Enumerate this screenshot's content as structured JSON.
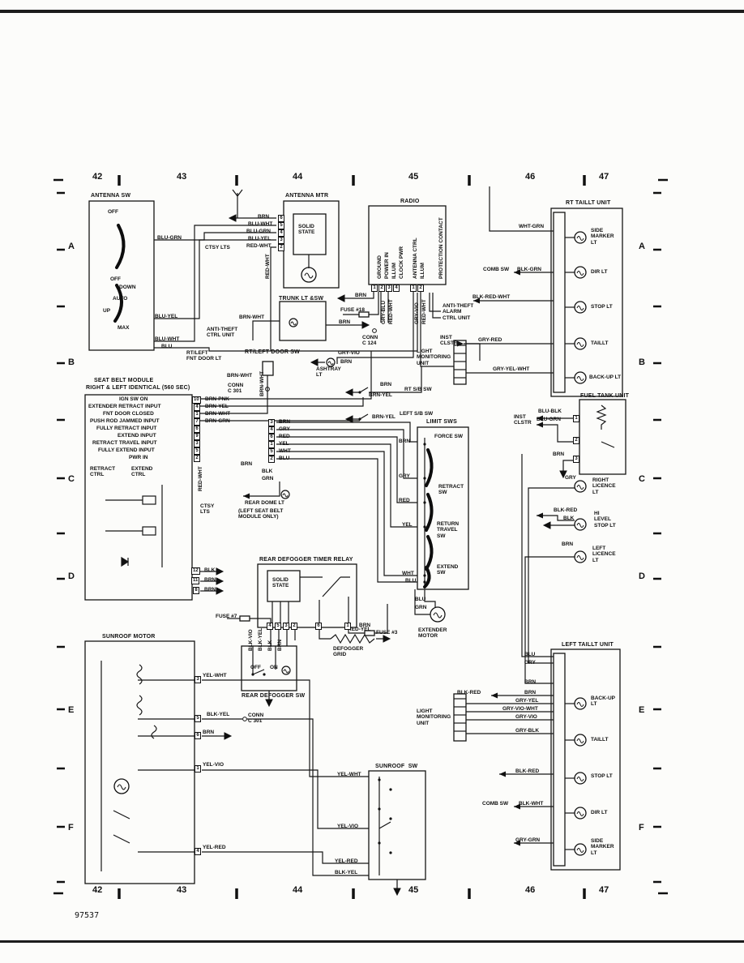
{
  "figure_number": "97537",
  "grid": {
    "columns": [
      "42",
      "43",
      "44",
      "45",
      "46",
      "47"
    ],
    "rows": [
      "A",
      "B",
      "C",
      "D",
      "E",
      "F"
    ],
    "col_x": [
      114,
      218,
      361,
      504,
      648,
      739
    ],
    "row_y": [
      298,
      441,
      585,
      705,
      870,
      1015
    ]
  },
  "labels": [
    [
      112,
      238,
      "ANTENNA SW",
      "t"
    ],
    [
      133,
      258,
      "OFF"
    ],
    [
      136,
      341,
      "OFF"
    ],
    [
      147,
      351,
      "DOWN"
    ],
    [
      139,
      365,
      "AUTO"
    ],
    [
      127,
      380,
      "UP"
    ],
    [
      145,
      401,
      "MAX"
    ],
    [
      194,
      290,
      "BLU-GRN"
    ],
    [
      191,
      387,
      "BLU-YEL"
    ],
    [
      191,
      415,
      "BLU-WHT"
    ],
    [
      199,
      424,
      "BLU"
    ],
    [
      253,
      302,
      "CTSY LTS"
    ],
    [
      352,
      238,
      "ANTENNA MTR",
      "t"
    ],
    [
      368,
      276,
      "SOLID\nSTATE"
    ],
    [
      343,
      265,
      "6",
      "p"
    ],
    [
      343,
      274,
      "5",
      "p"
    ],
    [
      343,
      283,
      "4",
      "p"
    ],
    [
      343,
      292,
      "3",
      "p"
    ],
    [
      343,
      301,
      "2",
      "p"
    ],
    [
      318,
      264,
      "BRN"
    ],
    [
      306,
      273,
      "BLU-WHT"
    ],
    [
      304,
      282,
      "BLU-GRN"
    ],
    [
      306,
      291,
      "BLU-YEL"
    ],
    [
      304,
      300,
      "RED-WHT"
    ],
    [
      327,
      344,
      "RED-WHT",
      "v"
    ],
    [
      344,
      365,
      "TRUNK LT &SW",
      "t"
    ],
    [
      295,
      388,
      "BRN-WHT"
    ],
    [
      418,
      394,
      "BRN"
    ],
    [
      255,
      403,
      "ANTI-THEFT\nCTRL UNIT"
    ],
    [
      494,
      245,
      "RADIO",
      "t"
    ],
    [
      465,
      344,
      "GROUND",
      "v"
    ],
    [
      474,
      344,
      "POWER IN",
      "v"
    ],
    [
      483,
      344,
      "ILLUM",
      "v"
    ],
    [
      492,
      344,
      "CLOCK PWR",
      "v"
    ],
    [
      509,
      344,
      "ANTENNA CTRL",
      "v"
    ],
    [
      518,
      344,
      "ILLUM",
      "v"
    ],
    [
      541,
      344,
      "PROTECTION CONTACT",
      "v"
    ],
    [
      458,
      351,
      "1",
      "p"
    ],
    [
      467,
      351,
      "2",
      "p"
    ],
    [
      476,
      351,
      "3",
      "p"
    ],
    [
      485,
      351,
      "4",
      "p"
    ],
    [
      506,
      351,
      "1",
      "p"
    ],
    [
      515,
      351,
      "2",
      "p"
    ],
    [
      438,
      361,
      "BRN"
    ],
    [
      470,
      400,
      "GRY-BLU",
      "v"
    ],
    [
      479,
      400,
      "RED-WHT",
      "v"
    ],
    [
      511,
      400,
      "GRY-VIO",
      "v"
    ],
    [
      520,
      400,
      "RED-WHT",
      "v"
    ],
    [
      420,
      379,
      "FUSE #18"
    ],
    [
      447,
      413,
      "CONN\nC 124"
    ],
    [
      543,
      413,
      "INST\nCLSTR"
    ],
    [
      546,
      374,
      "ANTI-THEFT\nALARM\nCTRL UNIT"
    ],
    [
      417,
      432,
      "GRY-VIO"
    ],
    [
      420,
      443,
      "BRN"
    ],
    [
      390,
      452,
      "ASHTRAY\nLT"
    ],
    [
      698,
      247,
      "RT TAILLT UNIT",
      "t"
    ],
    [
      729,
      281,
      "SIDE\nMARKER\nLT"
    ],
    [
      729,
      332,
      "DIR LT"
    ],
    [
      729,
      375,
      "STOP LT"
    ],
    [
      729,
      420,
      "TAILLT"
    ],
    [
      727,
      462,
      "BACK-UP LT"
    ],
    [
      640,
      276,
      "WHT-GRN"
    ],
    [
      596,
      329,
      "COMB SW"
    ],
    [
      638,
      329,
      "BLK-GRN"
    ],
    [
      583,
      363,
      "BLK-RED-WHT"
    ],
    [
      590,
      416,
      "GRY-RED"
    ],
    [
      608,
      452,
      "GRY-YEL-WHT"
    ],
    [
      514,
      430,
      "LIGHT\nMONITORING\nUNIT"
    ],
    [
      230,
      432,
      "RT/LEFT\nFNT DOOR LT"
    ],
    [
      302,
      431,
      "RT/LEFT DOOR SW",
      "t"
    ],
    [
      280,
      460,
      "BRN-WHT"
    ],
    [
      281,
      472,
      "CONN\nC 301"
    ],
    [
      320,
      489,
      "BRN-WHT",
      "v"
    ],
    [
      469,
      471,
      "BRN"
    ],
    [
      499,
      477,
      "RT S/B SW"
    ],
    [
      455,
      484,
      "BRN-YEL"
    ],
    [
      493,
      507,
      "LEFT S/B SW"
    ],
    [
      459,
      511,
      "BRN-YEL"
    ],
    [
      116,
      466,
      "SEAT BELT MODULE",
      "t"
    ],
    [
      106,
      475,
      "RIGHT & LEFT IDENTICAL (560 SEC)",
      "t"
    ],
    [
      147,
      489,
      "IGN SW ON"
    ],
    [
      109,
      498,
      "EXTENDER RETRACT INPUT"
    ],
    [
      127,
      507,
      "FNT DOOR CLOSED"
    ],
    [
      111,
      516,
      "PUSH ROD JAMMED INPUT"
    ],
    [
      119,
      525,
      "FULLY RETRACT INPUT"
    ],
    [
      145,
      534,
      "EXTEND INPUT"
    ],
    [
      114,
      543,
      "RETRACT TRAVEL INPUT"
    ],
    [
      121,
      552,
      "FULLY EXTEND INPUT"
    ],
    [
      159,
      561,
      "PWR IN"
    ],
    [
      237,
      489,
      "10",
      "p"
    ],
    [
      239,
      498,
      "4",
      "p"
    ],
    [
      239,
      507,
      "1",
      "p"
    ],
    [
      239,
      516,
      "7",
      "p"
    ],
    [
      239,
      525,
      "6",
      "p"
    ],
    [
      239,
      534,
      "9",
      "p"
    ],
    [
      239,
      543,
      "3",
      "p"
    ],
    [
      239,
      552,
      "5",
      "p"
    ],
    [
      239,
      561,
      "2",
      "p"
    ],
    [
      253,
      489,
      "BRN-PNK"
    ],
    [
      253,
      498,
      "BRN-YEL"
    ],
    [
      253,
      507,
      "BRN-WHT"
    ],
    [
      253,
      516,
      "BRN-GRN"
    ],
    [
      331,
      517,
      "3",
      "p"
    ],
    [
      331,
      526,
      "4",
      "p"
    ],
    [
      331,
      535,
      "6",
      "p"
    ],
    [
      331,
      544,
      "1",
      "p"
    ],
    [
      331,
      553,
      "5",
      "p"
    ],
    [
      331,
      562,
      "2",
      "p"
    ],
    [
      344,
      517,
      "BRN"
    ],
    [
      344,
      526,
      "GRY"
    ],
    [
      344,
      535,
      "RED"
    ],
    [
      344,
      544,
      "YEL"
    ],
    [
      344,
      553,
      "WHT"
    ],
    [
      344,
      562,
      "BLU"
    ],
    [
      297,
      569,
      "BRN"
    ],
    [
      323,
      578,
      "BLK"
    ],
    [
      323,
      587,
      "GRN"
    ],
    [
      244,
      606,
      "RED-WHT",
      "v"
    ],
    [
      111,
      575,
      "RETRACT\nCTRL"
    ],
    [
      162,
      575,
      "EXTEND\nCTRL"
    ],
    [
      247,
      621,
      "CTSY\nLTS"
    ],
    [
      302,
      617,
      "REAR DOME LT"
    ],
    [
      294,
      627,
      "(LEFT SEAT BELT\nMODULE ONLY)"
    ],
    [
      236,
      700,
      "12",
      "p"
    ],
    [
      236,
      712,
      "11",
      "p"
    ],
    [
      238,
      724,
      "8",
      "p"
    ],
    [
      252,
      700,
      "BLK"
    ],
    [
      252,
      712,
      "BRN"
    ],
    [
      252,
      724,
      "BRN"
    ],
    [
      526,
      517,
      "LIMIT SWS",
      "t"
    ],
    [
      536,
      535,
      "FORCE SW"
    ],
    [
      541,
      597,
      "RETRACT\nSW"
    ],
    [
      539,
      643,
      "RETURN\nTRAVEL\nSW"
    ],
    [
      539,
      696,
      "EXTEND\nSW"
    ],
    [
      492,
      541,
      "BRN"
    ],
    [
      492,
      584,
      "GRY"
    ],
    [
      492,
      614,
      "RED"
    ],
    [
      496,
      644,
      "YEL"
    ],
    [
      496,
      704,
      "WHT"
    ],
    [
      500,
      713,
      "BLU"
    ],
    [
      716,
      485,
      "FUEL TANK UNIT",
      "t"
    ],
    [
      634,
      511,
      "INST\nCLSTR"
    ],
    [
      664,
      504,
      "BLU-BLK"
    ],
    [
      662,
      514,
      "BLU-GRN"
    ],
    [
      682,
      557,
      "BRN"
    ],
    [
      707,
      512,
      "1",
      "p"
    ],
    [
      707,
      539,
      "2",
      "p"
    ],
    [
      707,
      562,
      "3",
      "p"
    ],
    [
      697,
      586,
      "GRY"
    ],
    [
      731,
      589,
      "RIGHT\nLICENCE\nLT"
    ],
    [
      683,
      626,
      "BLK-RED"
    ],
    [
      695,
      636,
      "BLK"
    ],
    [
      733,
      630,
      "HI\nLEVEL\nSTOP LT"
    ],
    [
      693,
      668,
      "BRN"
    ],
    [
      731,
      673,
      "LEFT\nLICENCE\nLT"
    ],
    [
      320,
      687,
      "REAR DEFOGGER TIMER RELAY",
      "t"
    ],
    [
      336,
      712,
      "SOLID\nSTATE"
    ],
    [
      329,
      768,
      "4",
      "p"
    ],
    [
      339,
      768,
      "5",
      "p"
    ],
    [
      349,
      768,
      "3",
      "p"
    ],
    [
      359,
      768,
      "2",
      "p"
    ],
    [
      389,
      768,
      "6",
      "p"
    ],
    [
      425,
      768,
      "1",
      "p"
    ],
    [
      266,
      757,
      "FUSE #7"
    ],
    [
      306,
      803,
      "BLK-VIO",
      "v"
    ],
    [
      318,
      803,
      "BLK-YEL",
      "v"
    ],
    [
      330,
      803,
      "BLK",
      "v"
    ],
    [
      342,
      803,
      "BRN",
      "v"
    ],
    [
      429,
      773,
      "RED-YEL"
    ],
    [
      464,
      777,
      "FUSE #3"
    ],
    [
      298,
      855,
      "REAR DEFOGGER SW",
      "t"
    ],
    [
      309,
      820,
      "OFF"
    ],
    [
      333,
      820,
      "ON"
    ],
    [
      443,
      768,
      "BRN"
    ],
    [
      411,
      797,
      "DEFOGGER\nGRID"
    ],
    [
      512,
      736,
      "BLU"
    ],
    [
      512,
      746,
      "GRN"
    ],
    [
      516,
      774,
      "EXTENDER\nMOTOR"
    ],
    [
      126,
      782,
      "SUNROOF MOTOR",
      "t"
    ],
    [
      240,
      834,
      "3",
      "p"
    ],
    [
      240,
      882,
      "5",
      "p"
    ],
    [
      240,
      903,
      "6",
      "p"
    ],
    [
      240,
      944,
      "1",
      "p"
    ],
    [
      240,
      1046,
      "4",
      "p"
    ],
    [
      250,
      830,
      "YEL-WHT"
    ],
    [
      255,
      878,
      "BLK-YEL"
    ],
    [
      306,
      879,
      "CONN\nC 301"
    ],
    [
      250,
      900,
      "BRN"
    ],
    [
      250,
      940,
      "YEL-VIO"
    ],
    [
      250,
      1042,
      "YEL-RED"
    ],
    [
      463,
      942,
      "SUNROOF  SW",
      "t"
    ],
    [
      416,
      952,
      "YEL-WHT"
    ],
    [
      416,
      1016,
      "YEL-VIO"
    ],
    [
      413,
      1059,
      "YEL-RED"
    ],
    [
      413,
      1073,
      "BLK-YEL"
    ],
    [
      693,
      792,
      "LEFT TAILLT UNIT",
      "t"
    ],
    [
      729,
      858,
      "BACK-UP\nLT"
    ],
    [
      729,
      909,
      "TAILLT"
    ],
    [
      729,
      954,
      "STOP LT"
    ],
    [
      729,
      999,
      "DIR LT"
    ],
    [
      729,
      1034,
      "SIDE\nMARKER\nLT"
    ],
    [
      647,
      804,
      "BLU"
    ],
    [
      647,
      814,
      "GRY"
    ],
    [
      647,
      838,
      "BRN"
    ],
    [
      564,
      851,
      "BLK-RED"
    ],
    [
      647,
      851,
      "BRN"
    ],
    [
      636,
      861,
      "GRY-YEL"
    ],
    [
      620,
      871,
      "GRY-VIO-WHT"
    ],
    [
      636,
      881,
      "GRY-VIO"
    ],
    [
      636,
      898,
      "GRY-BLK"
    ],
    [
      636,
      948,
      "BLK-RED"
    ],
    [
      595,
      988,
      "COMB SW"
    ],
    [
      640,
      988,
      "BLK-WHT"
    ],
    [
      636,
      1033,
      "GRY-GRN"
    ],
    [
      514,
      874,
      "LIGHT\nMONITORING\nUNIT"
    ]
  ]
}
